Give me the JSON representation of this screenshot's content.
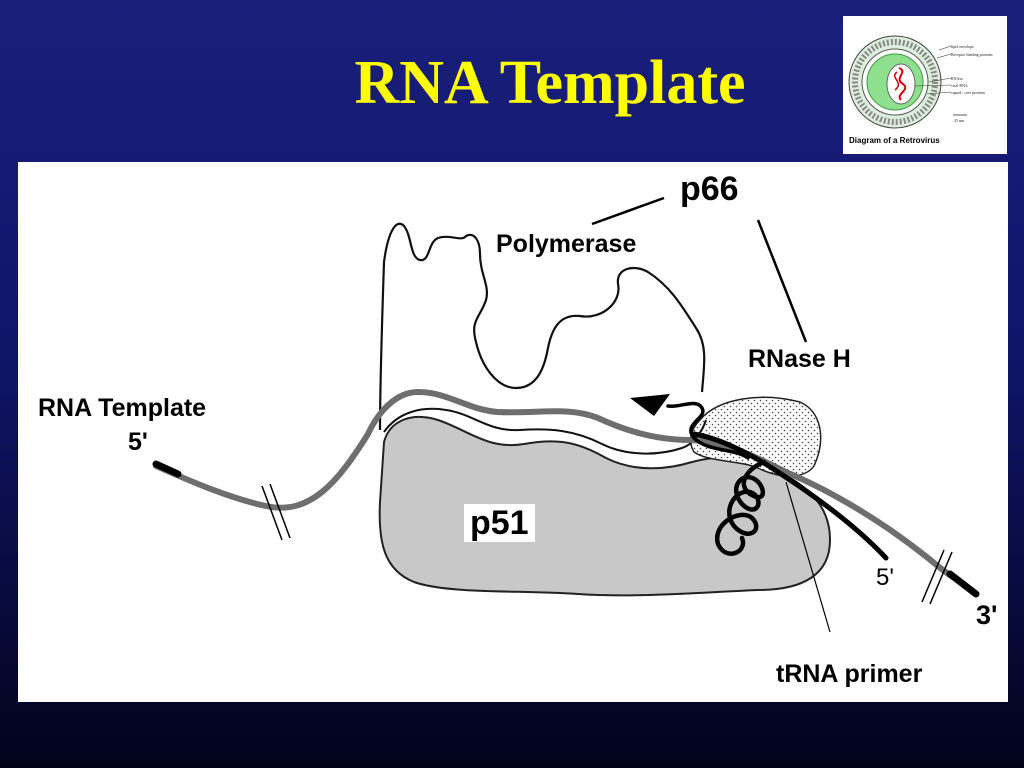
{
  "title": "RNA Template",
  "thumbnail": {
    "caption": "Diagram of a Retrovirus",
    "labels": [
      "lipid envelope",
      "Receptor binding proteins",
      "RNAse",
      "viral RNA",
      "capsid : core proteins"
    ],
    "scale": "25 nm"
  },
  "diagram": {
    "labels": {
      "p66": "p66",
      "polymerase": "Polymerase",
      "rnase_h": "RNase H",
      "rna_template": "RNA Template",
      "five_prime_template": "5'",
      "p51": "p51",
      "five_prime_primer": "5'",
      "three_prime": "3'",
      "trna_primer": "tRNA primer"
    }
  },
  "colors": {
    "title": "#ffff00",
    "background_top": "#1a1f7a",
    "background_bottom": "#02031a",
    "p51_fill": "#c8c8c8",
    "strand": "#6e6e6e"
  }
}
